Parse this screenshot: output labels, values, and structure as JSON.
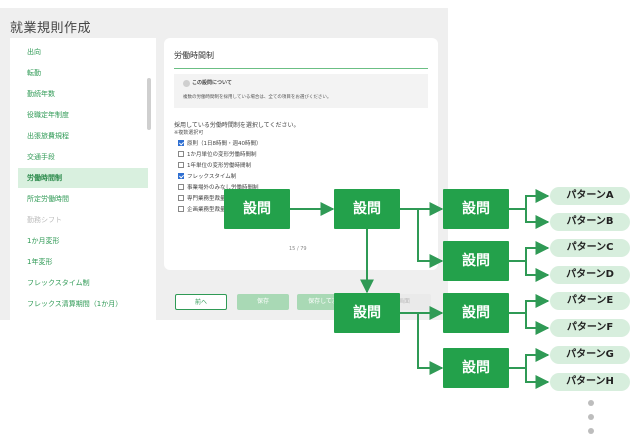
{
  "app": {
    "title": "就業規則作成",
    "sidebar": [
      {
        "label": "出向",
        "state": "normal"
      },
      {
        "label": "転勤",
        "state": "normal"
      },
      {
        "label": "勤続年数",
        "state": "normal"
      },
      {
        "label": "役職定年制度",
        "state": "normal"
      },
      {
        "label": "出張旅費規程",
        "state": "normal"
      },
      {
        "label": "交通手段",
        "state": "normal"
      },
      {
        "label": "労働時間制",
        "state": "active"
      },
      {
        "label": "所定労働時間",
        "state": "normal"
      },
      {
        "label": "勤務シフト",
        "state": "disabled"
      },
      {
        "label": "1か月変形",
        "state": "normal"
      },
      {
        "label": "1年変形",
        "state": "normal"
      },
      {
        "label": "フレックスタイム制",
        "state": "normal"
      },
      {
        "label": "フレックス清算期間（1か月）",
        "state": "normal"
      }
    ],
    "card": {
      "heading": "労働時間制",
      "note_title": "この設問について",
      "note_body": "複数の労働時間制を採用している場合は、全ての項目をお選びください。",
      "question": "採用している労働時間制を選択してください。",
      "question_sub": "※複数選択可",
      "options": [
        {
          "label": "原則（1日8時間・週40時間）",
          "checked": true
        },
        {
          "label": "1か月単位の変形労働時間制",
          "checked": false
        },
        {
          "label": "1年単位の変形労働時間制",
          "checked": false
        },
        {
          "label": "フレックスタイム制",
          "checked": true
        },
        {
          "label": "事業場外のみなし労働時間制",
          "checked": false
        },
        {
          "label": "専門業務型裁量労働制",
          "checked": false
        },
        {
          "label": "企画業務型裁量労働制",
          "checked": false
        }
      ],
      "pager": "15 / 79"
    },
    "buttons": {
      "back": "前へ",
      "save": "保存",
      "save_next": "保存して次へ",
      "extra": "確認画面"
    }
  },
  "flow": {
    "question_label": "設問",
    "patterns": [
      "パターンA",
      "パターンB",
      "パターンC",
      "パターンD",
      "パターンE",
      "パターンF",
      "パターンG",
      "パターンH"
    ],
    "colors": {
      "box": "#23a14b",
      "arrow": "#2f9a55",
      "pill": "#d7eedd",
      "dots": "#bdbdbd"
    }
  }
}
